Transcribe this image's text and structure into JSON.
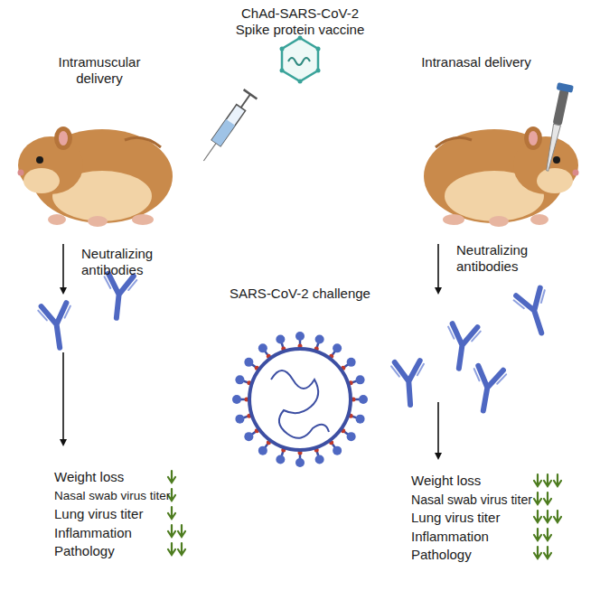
{
  "diagram": {
    "title": "ChAd-SARS-CoV-2 Spike protein vaccine",
    "labels": [
      "Intramuscular delivery",
      "Intranasal delivery",
      "Neutralizing antibodies",
      "Neutralizing antibodies",
      "SARS-CoV-2 challenge",
      "Weight loss",
      "Nasal swab virus titer",
      "Lung virus titer",
      "Inflammation",
      "Pathology",
      "Weight loss",
      "Nasal swab virus titer",
      "Lung virus titer",
      "Inflammation",
      "Pathology"
    ]
  }
}
